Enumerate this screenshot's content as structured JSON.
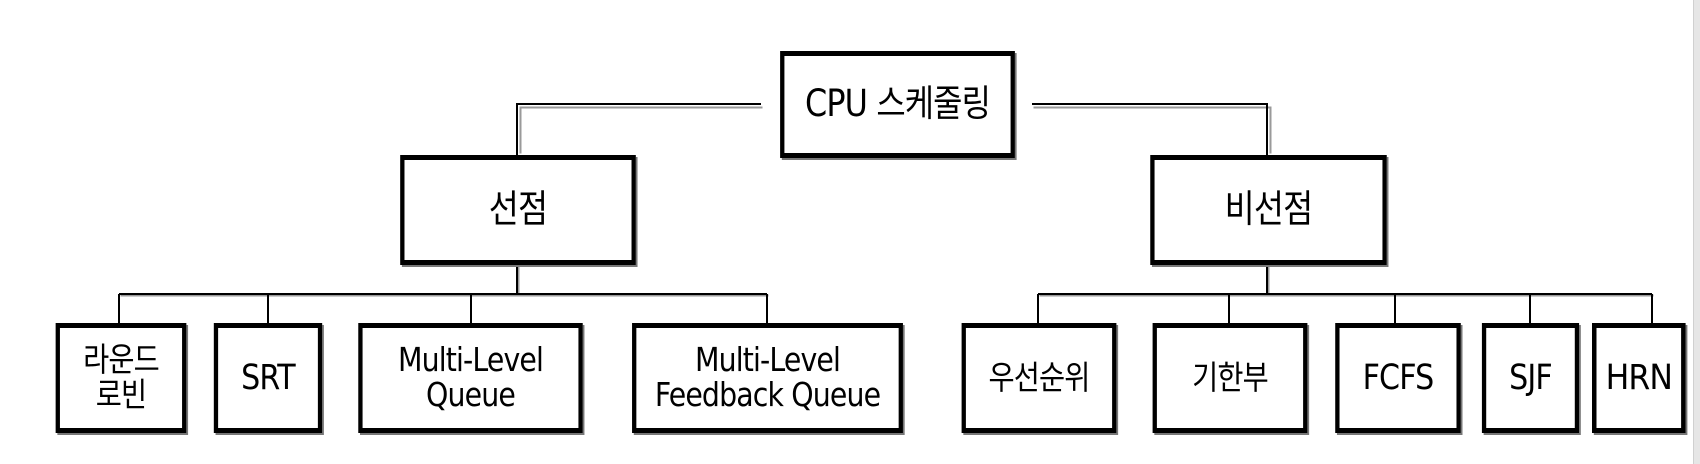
{
  "diagram": {
    "root": {
      "label": "CPU 스케줄링"
    },
    "groups": [
      {
        "label": "선점",
        "children": [
          "라운드\n로빈",
          "SRT",
          "Multi-Level\nQueue",
          "Multi-Level\nFeedback Queue"
        ]
      },
      {
        "label": "비선점",
        "children": [
          "우선순위",
          "기한부",
          "FCFS",
          "SJF",
          "HRN"
        ]
      }
    ]
  }
}
